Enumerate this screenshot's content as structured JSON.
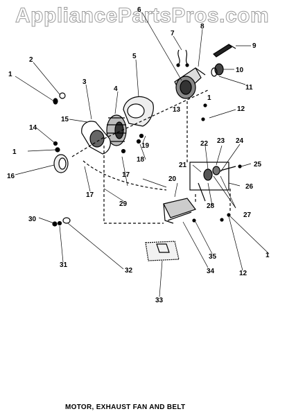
{
  "watermark": "AppliancePartsPros.com",
  "caption": "MOTOR, EXHAUST FAN AND BELT",
  "callouts": [
    "1",
    "2",
    "3",
    "4",
    "5",
    "6",
    "7",
    "8",
    "9",
    "10",
    "11",
    "12",
    "13",
    "15",
    "1",
    "14",
    "1",
    "16",
    "17",
    "17",
    "18",
    "19",
    "20",
    "21",
    "22",
    "23",
    "24",
    "25",
    "26",
    "27",
    "28",
    "29",
    "30",
    "31",
    "32",
    "33",
    "34",
    "35",
    "12",
    "1"
  ]
}
